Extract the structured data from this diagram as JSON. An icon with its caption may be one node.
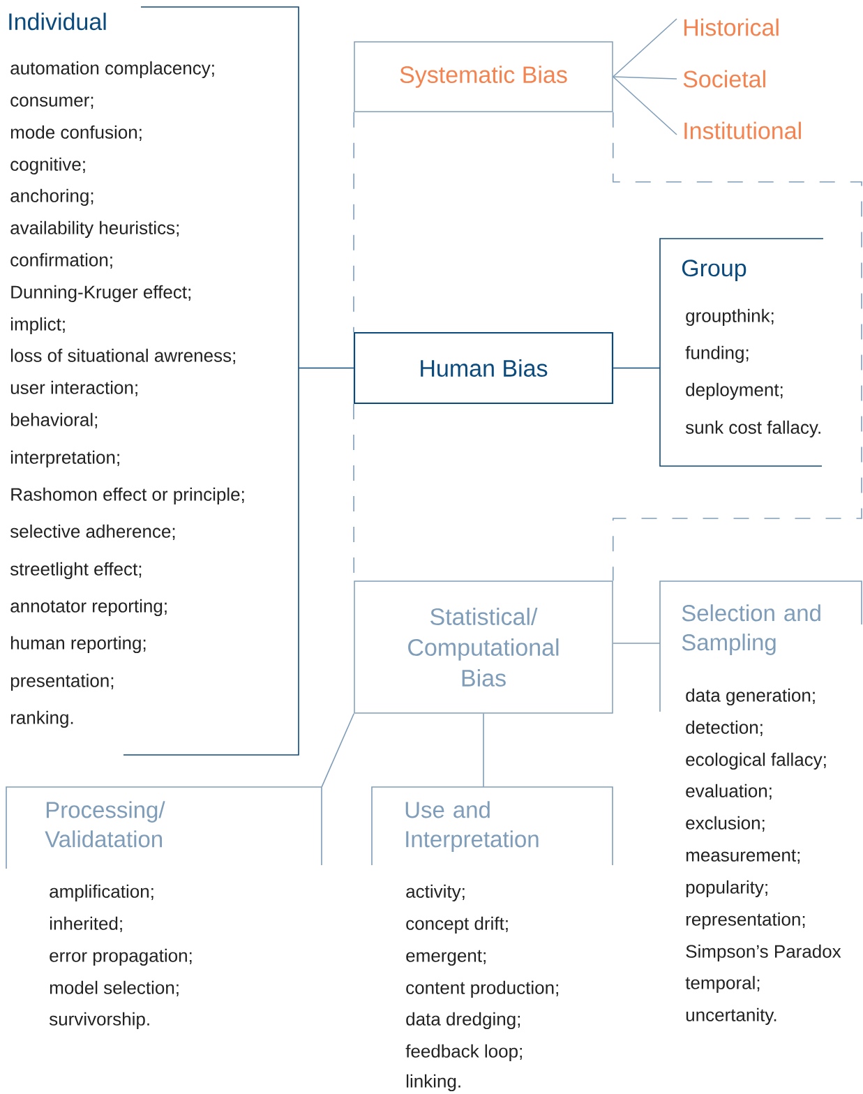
{
  "diagram": {
    "nodes": [
      {
        "text": [
          "Systematic Bias"
        ]
      },
      {
        "text": [
          "Historical"
        ]
      },
      {
        "text": [
          "Societal"
        ]
      },
      {
        "text": [
          "Institutional"
        ]
      },
      {
        "text": [
          "Individual",
          "automation complacency;",
          "consumer;",
          "mode confusion;",
          "cognitive;",
          "anchoring;",
          "availability heuristics;",
          "confirmation;",
          "Dunning-Kruger effect;",
          "implict;",
          "loss of situational awreness;",
          "user interaction;",
          "behavioral;",
          "interpretation;",
          "Rashomon effect or principle;",
          "selective adherence;",
          "streetlight effect;",
          "annotator reporting;",
          "human reporting;",
          "presentation;",
          "ranking."
        ]
      },
      {
        "text": [
          "Human Bias"
        ]
      },
      {
        "text": [
          "Group",
          "groupthink;",
          "funding;",
          "deployment;",
          "sunk cost fallacy."
        ]
      },
      {
        "text": [
          "Statistical/ Computational Bias"
        ]
      },
      {
        "text": [
          "Selection and Sampling",
          "data generation;",
          "detection;",
          "ecological fallacy;",
          "evaluation;",
          "exclusion;",
          "measurement;",
          "popularity;",
          "representation;",
          "Simpson’s Paradox",
          "temporal;",
          "uncertanity."
        ]
      },
      {
        "text": [
          "Processing/ Validatation",
          "amplification;",
          "inherited;",
          "error propagation;",
          "model selection;",
          "survivorship."
        ]
      },
      {
        "text": [
          "Use and Interpretation",
          "activity;",
          "concept drift;",
          "emergent;",
          "content production;",
          "data dredging;",
          "feedback loop;",
          "linking."
        ]
      }
    ],
    "edges": [
      {
        "from": 0,
        "to": 1,
        "arrow": "none"
      },
      {
        "from": 0,
        "to": 2,
        "arrow": "none"
      },
      {
        "from": 0,
        "to": 3,
        "arrow": "none"
      },
      {
        "from": 4,
        "to": 5,
        "arrow": "none",
        "color": "#0b4a7d"
      },
      {
        "from": 5,
        "to": 6,
        "arrow": "none",
        "color": "#0b4a7d"
      },
      {
        "from": 0,
        "to": 5,
        "arrow": "none",
        "style": "dashed"
      },
      {
        "from": 5,
        "to": 7,
        "arrow": "none",
        "style": "dashed"
      },
      {
        "from": 0,
        "to": 7,
        "arrow": "none",
        "style": "dashed"
      },
      {
        "from": 7,
        "to": 8,
        "arrow": "none"
      },
      {
        "from": 7,
        "to": 9,
        "arrow": "none"
      },
      {
        "from": 7,
        "to": 10,
        "arrow": "none"
      }
    ]
  }
}
